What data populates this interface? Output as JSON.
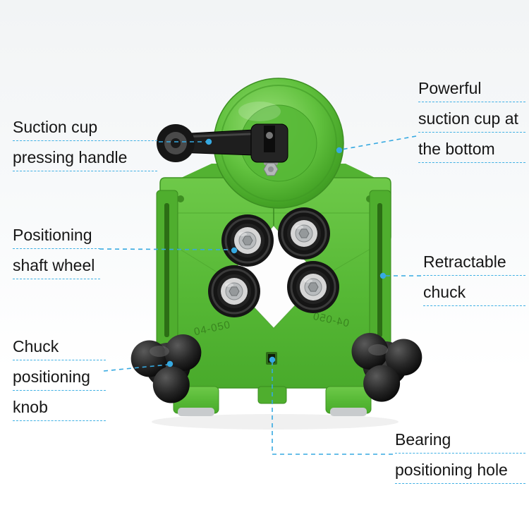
{
  "colors": {
    "device_green": "#58b936",
    "device_green_dark": "#3f9423",
    "device_green_light": "#8ad964",
    "leader_blue": "#36a9e1",
    "part_black": "#1c1c1c",
    "metal_silver": "#c9c9c9",
    "text": "#161616"
  },
  "callouts": {
    "suction_handle": {
      "lines": [
        "Suction cup",
        "pressing handle"
      ]
    },
    "powerful_suction": {
      "lines": [
        "Powerful",
        "suction cup at",
        "the bottom"
      ]
    },
    "positioning_wheel": {
      "lines": [
        "Positioning",
        "shaft wheel"
      ]
    },
    "retractable_chuck": {
      "lines": [
        "Retractable",
        "chuck"
      ]
    },
    "chuck_knob": {
      "lines": [
        "Chuck",
        "positioning",
        "knob"
      ]
    },
    "bearing_hole": {
      "lines": [
        "Bearing",
        "positioning hole"
      ]
    }
  },
  "engravings": {
    "left": "04-050",
    "right": "04-050"
  }
}
